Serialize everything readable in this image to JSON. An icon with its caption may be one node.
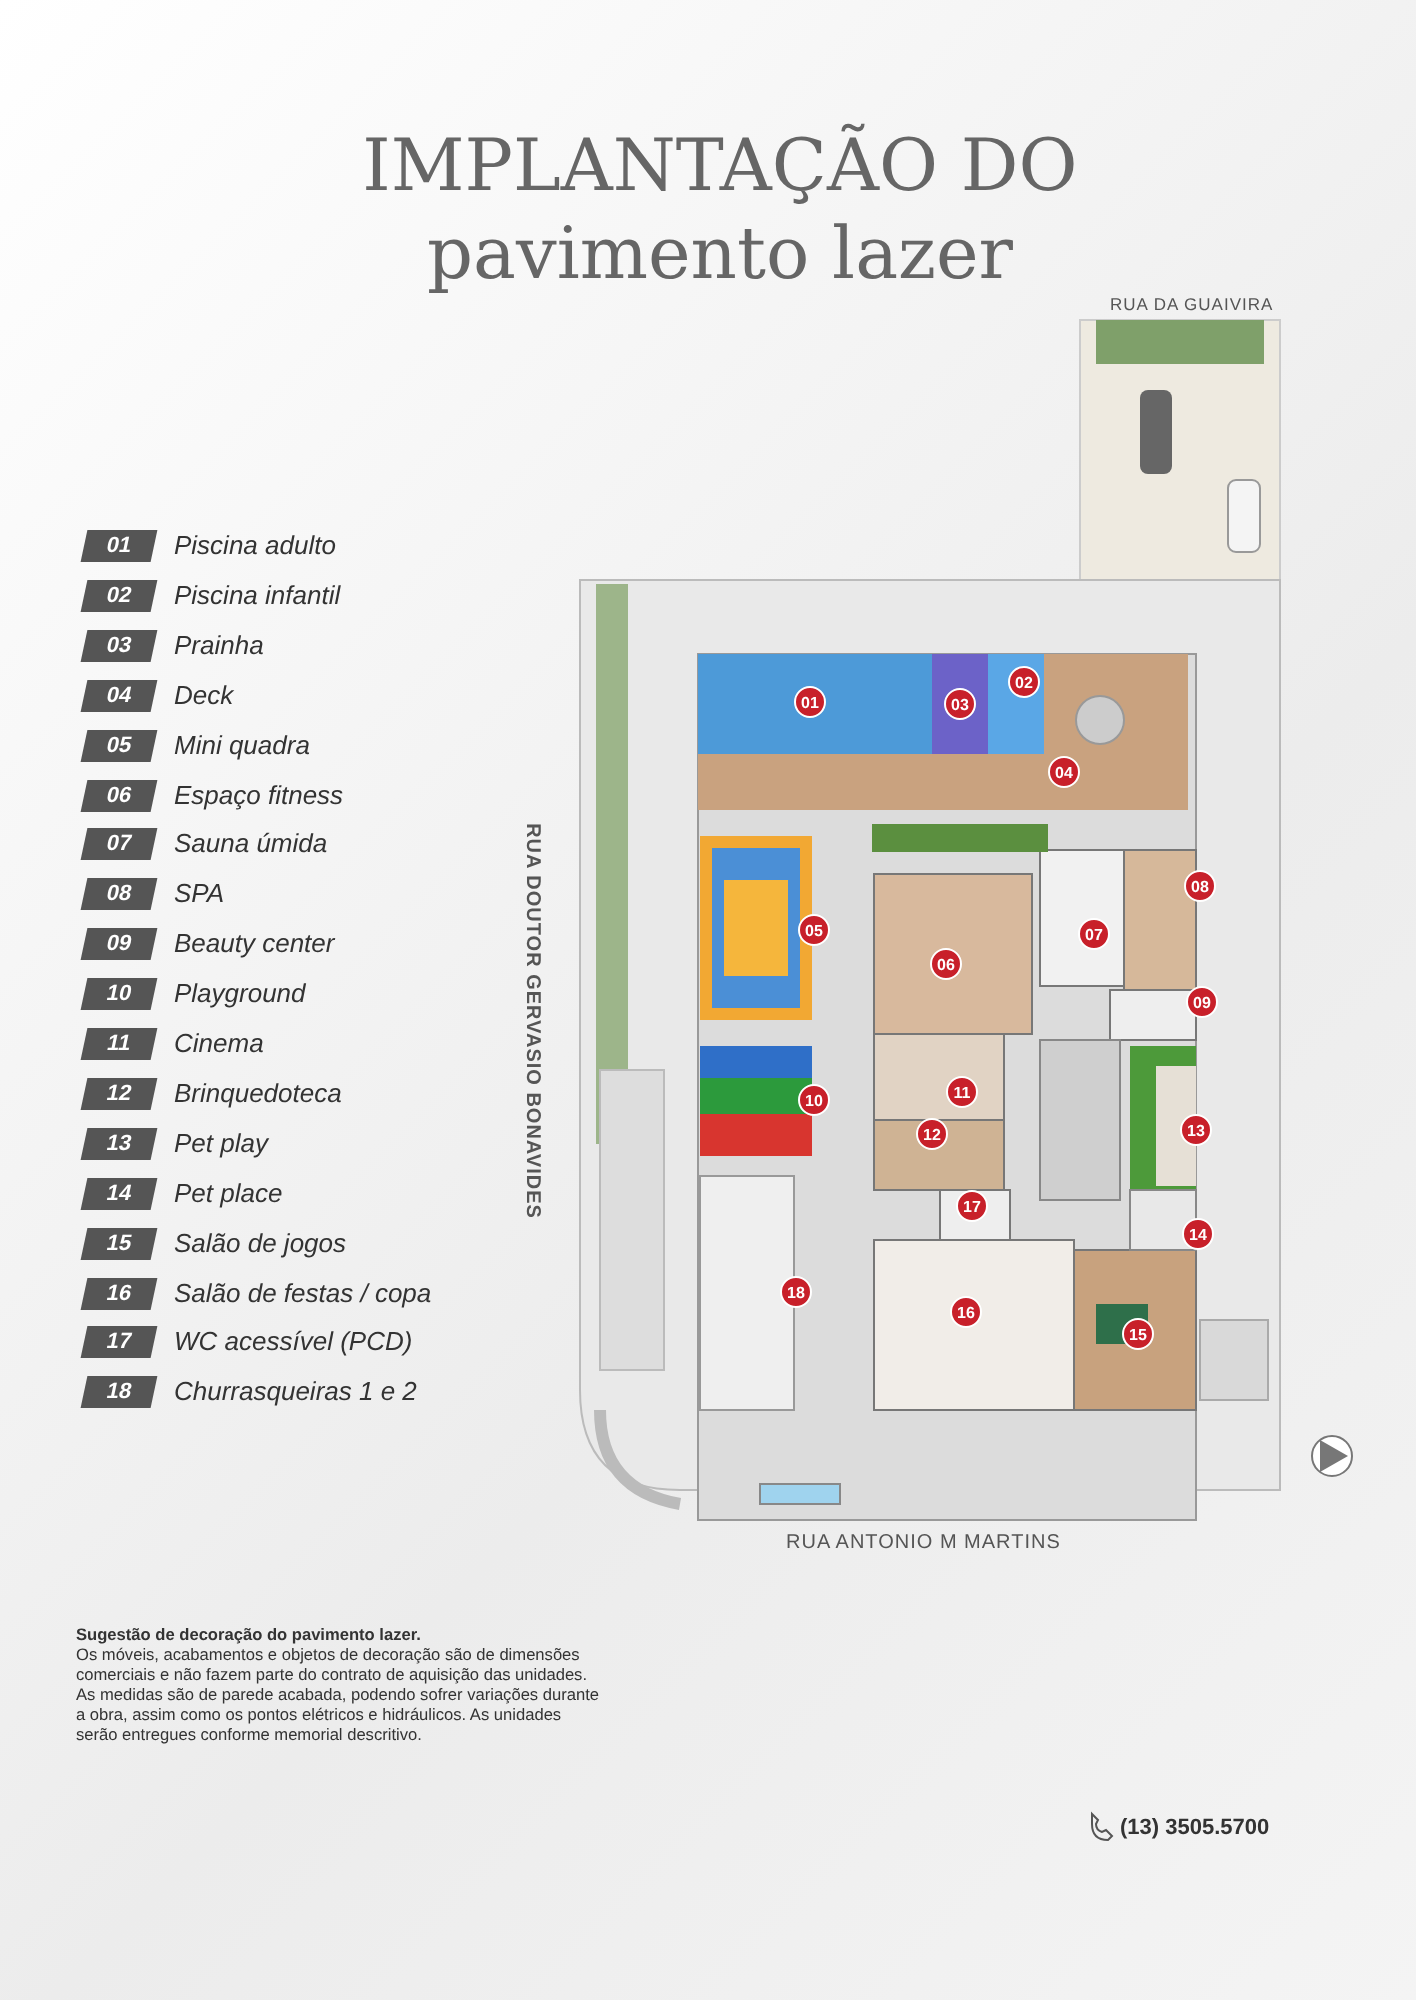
{
  "diagram": {
    "title": "IMPLANTAÇÃO DO pavimento lazer",
    "labels": [
      "01",
      "Piscina adulto",
      "02",
      "Piscina infantil",
      "03",
      "Prainha",
      "04",
      "Deck",
      "05",
      "Mini quadra",
      "06",
      "Espaço fitness",
      "07",
      "Sauna úmida",
      "08",
      "SPA",
      "09",
      "Beauty center",
      "10",
      "Playground",
      "11",
      "Cinema",
      "12",
      "Brinquedoteca",
      "13",
      "Pet play",
      "14",
      "Pet place",
      "15",
      "Salão de jogos",
      "16",
      "Salão de festas / copa",
      "17",
      "WC acessível (PCD)",
      "18",
      "Churrasqueiras 1 e 2",
      "RUA DA GUAIVIRA",
      "RUA DOUTOR GERVASIO BONAVIDES",
      "RUA ANTONIO M MARTINS",
      "01",
      "02",
      "03",
      "04",
      "05",
      "06",
      "07",
      "08",
      "09",
      "10",
      "11",
      "12",
      "13",
      "14",
      "15",
      "16",
      "17",
      "18",
      "Sugestão de decoração do pavimento lazer.",
      "Os móveis, acabamentos e objetos de decoração são de dimensões comerciais e não fazem parte do contrato de aquisição das unidades. As medidas são de parede acabada, podendo sofrer variações durante a obra, assim como os pontos elétricos e hidráulicos. As unidades serão entregues conforme memorial descritivo.",
      "(13) 3505.5700"
    ]
  }
}
